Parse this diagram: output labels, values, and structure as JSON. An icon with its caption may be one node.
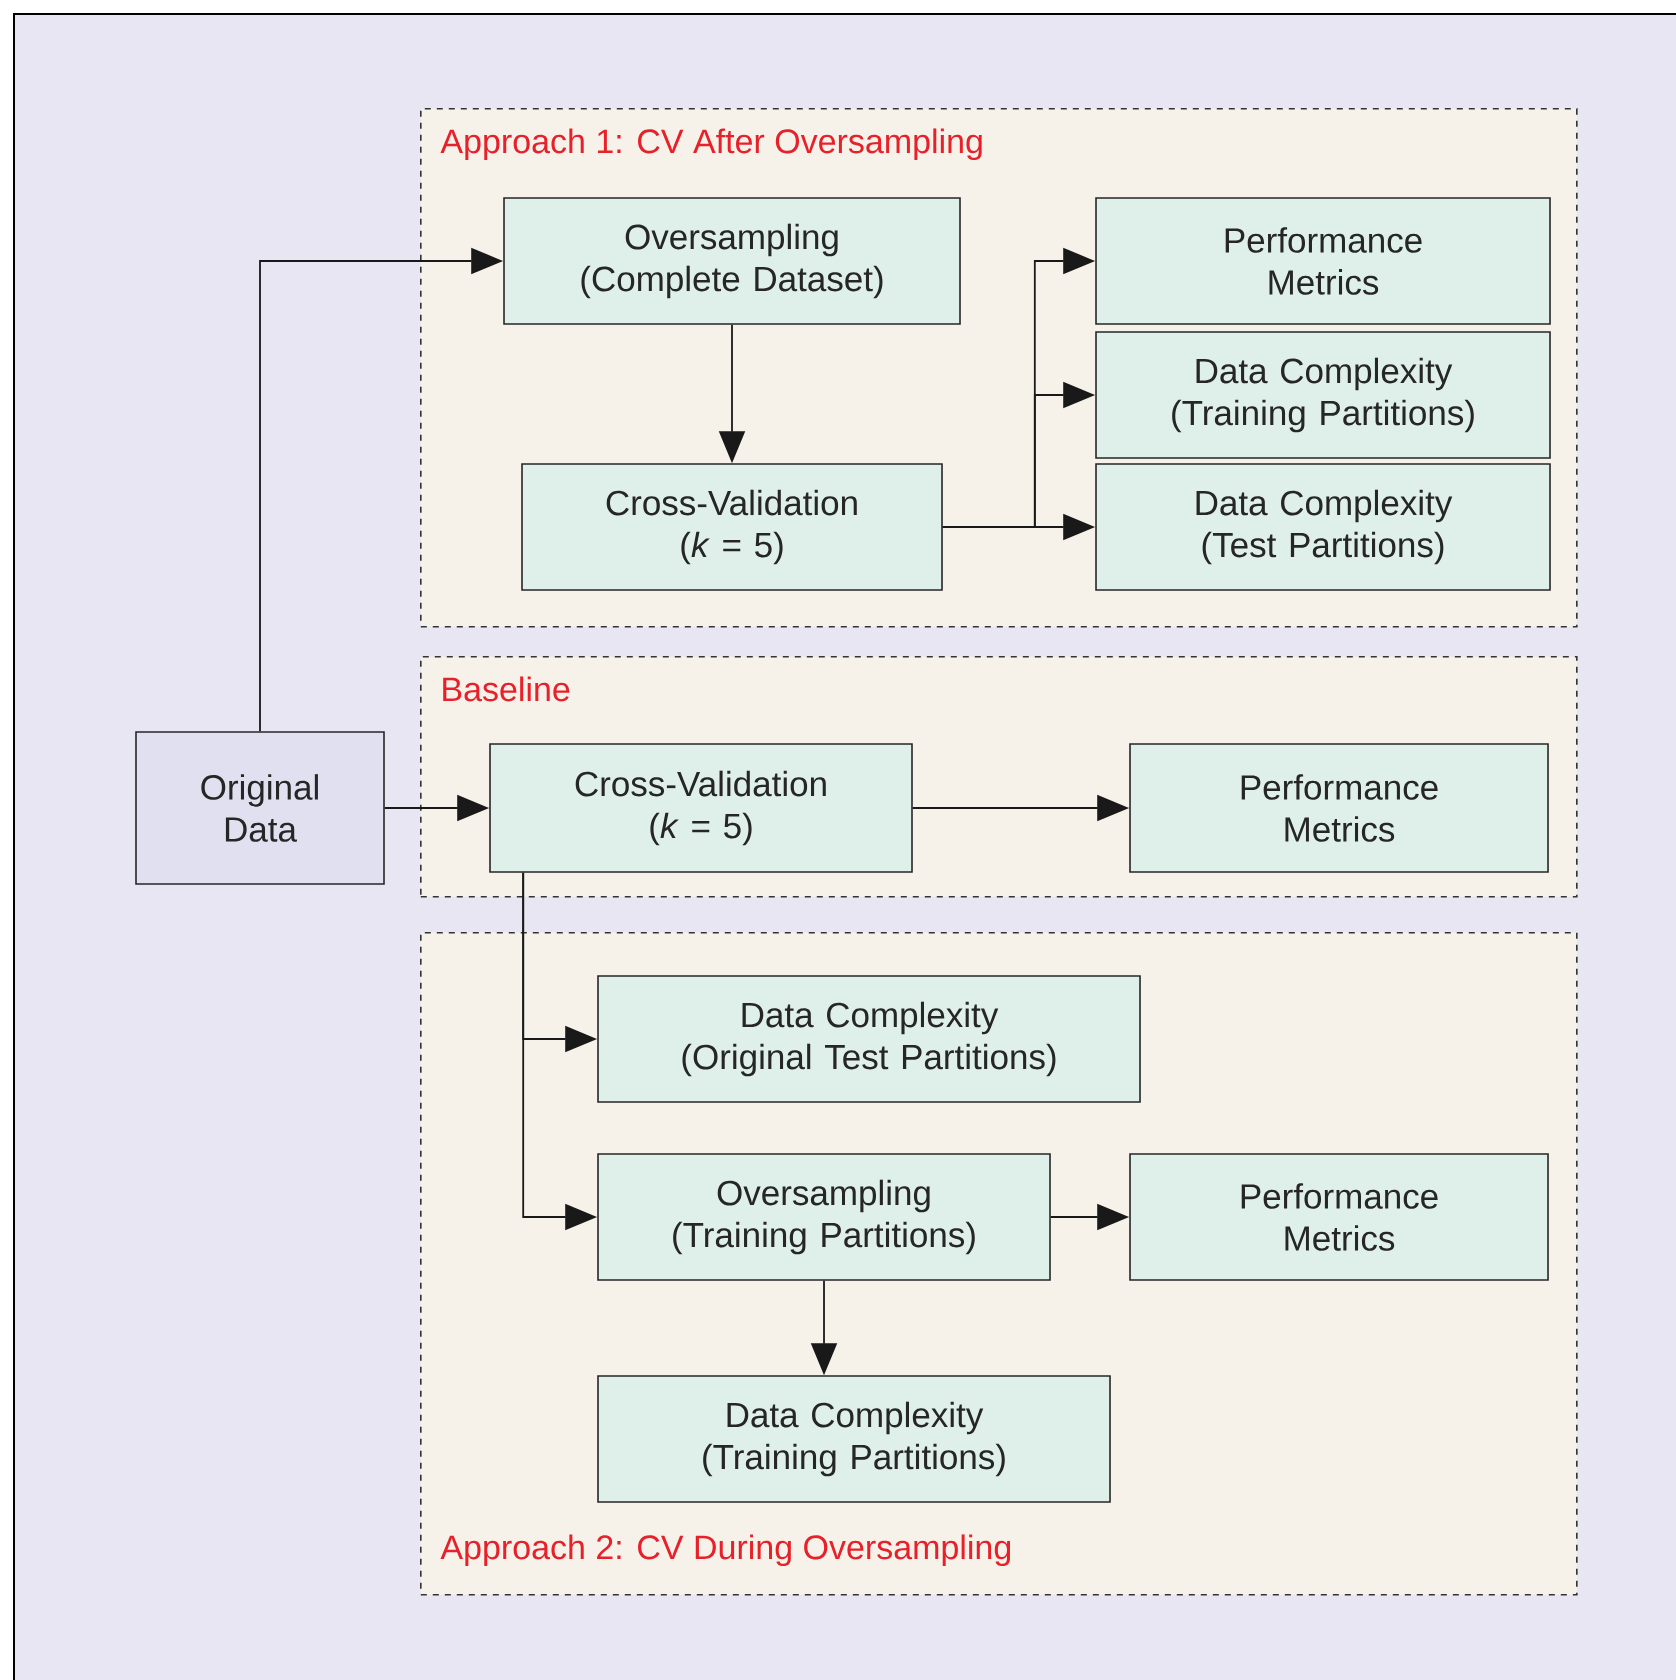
{
  "diagram": {
    "nodes": [
      {
        "text": [
          "Approach 1: CV After Oversampling"
        ]
      },
      {
        "text": [
          "Oversampling (Complete Dataset)"
        ],
        "in": 0
      },
      {
        "text": [
          "Cross-Validation (*k* = 5)"
        ],
        "in": 0
      },
      {
        "text": [
          "Performance Metrics"
        ],
        "in": 0
      },
      {
        "text": [
          "Data Complexity (Training Partitions)"
        ],
        "in": 0
      },
      {
        "text": [
          "Data Complexity (Test Partitions)"
        ],
        "in": 0
      },
      {
        "text": [
          "Baseline"
        ]
      },
      {
        "text": [
          "Cross-Validation (*k* = 5)"
        ],
        "in": 6
      },
      {
        "text": [
          "Performance Metrics"
        ],
        "in": 6
      },
      {
        "text": [
          "Approach 2: CV During Oversampling"
        ]
      },
      {
        "text": [
          "Data Complexity (Original Test Partitions)"
        ],
        "in": 9
      },
      {
        "text": [
          "Oversampling (Training Partitions)"
        ],
        "in": 9
      },
      {
        "text": [
          "Performance Metrics"
        ],
        "in": 9
      },
      {
        "text": [
          "Data Complexity (Training Partitions)"
        ],
        "in": 9
      },
      {
        "text": [
          "Original Data"
        ]
      }
    ],
    "edges": [
      {
        "from": 14,
        "to": 1,
        "arrow": "to"
      },
      {
        "from": 14,
        "to": 7,
        "arrow": "to"
      },
      {
        "from": 1,
        "to": 2,
        "arrow": "to"
      },
      {
        "from": 2,
        "to": 3,
        "arrow": "to"
      },
      {
        "from": 2,
        "to": 4,
        "arrow": "to"
      },
      {
        "from": 2,
        "to": 5,
        "arrow": "to"
      },
      {
        "from": 7,
        "to": 8,
        "arrow": "to"
      },
      {
        "from": 7,
        "to": 10,
        "arrow": "to"
      },
      {
        "from": 7,
        "to": 11,
        "arrow": "to"
      },
      {
        "from": 11,
        "to": 12,
        "arrow": "to"
      },
      {
        "from": 11,
        "to": 13,
        "arrow": "to"
      }
    ]
  }
}
